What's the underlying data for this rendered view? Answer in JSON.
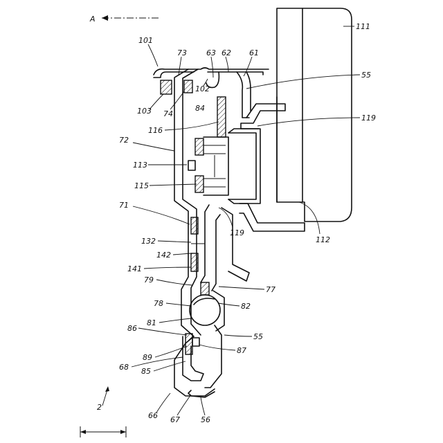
{
  "section_marker": {
    "text": "A"
  },
  "reference_numerals": [
    {
      "id": "101",
      "text": "101"
    },
    {
      "id": "73",
      "text": "73"
    },
    {
      "id": "63",
      "text": "63"
    },
    {
      "id": "62",
      "text": "62"
    },
    {
      "id": "61",
      "text": "61"
    },
    {
      "id": "111",
      "text": "111"
    },
    {
      "id": "55a",
      "text": "55"
    },
    {
      "id": "102",
      "text": "102"
    },
    {
      "id": "103",
      "text": "103"
    },
    {
      "id": "74",
      "text": "74"
    },
    {
      "id": "84",
      "text": "84"
    },
    {
      "id": "116",
      "text": "116"
    },
    {
      "id": "119a",
      "text": "119"
    },
    {
      "id": "72",
      "text": "72"
    },
    {
      "id": "113",
      "text": "113"
    },
    {
      "id": "115",
      "text": "115"
    },
    {
      "id": "71",
      "text": "71"
    },
    {
      "id": "112",
      "text": "112"
    },
    {
      "id": "119b",
      "text": "119"
    },
    {
      "id": "132",
      "text": "132"
    },
    {
      "id": "142",
      "text": "142"
    },
    {
      "id": "141",
      "text": "141"
    },
    {
      "id": "79",
      "text": "79"
    },
    {
      "id": "77",
      "text": "77"
    },
    {
      "id": "78",
      "text": "78"
    },
    {
      "id": "82",
      "text": "82"
    },
    {
      "id": "81",
      "text": "81"
    },
    {
      "id": "86",
      "text": "86"
    },
    {
      "id": "55b",
      "text": "55"
    },
    {
      "id": "89",
      "text": "89"
    },
    {
      "id": "87",
      "text": "87"
    },
    {
      "id": "68",
      "text": "68"
    },
    {
      "id": "85",
      "text": "85"
    },
    {
      "id": "2",
      "text": "2"
    },
    {
      "id": "66",
      "text": "66"
    },
    {
      "id": "67",
      "text": "67"
    },
    {
      "id": "56",
      "text": "56"
    }
  ]
}
